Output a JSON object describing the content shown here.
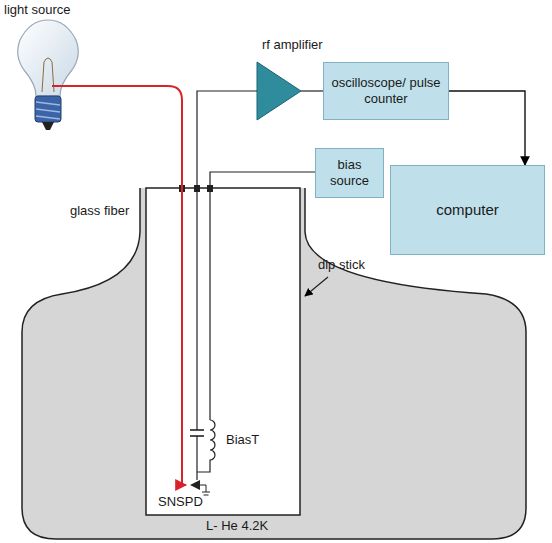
{
  "diagram": {
    "nodes": [
      {
        "text": [
          "oscilloscope/ pulse counter"
        ]
      },
      {
        "text": [
          "bias source"
        ]
      },
      {
        "text": [
          "computer"
        ]
      }
    ],
    "edges": [
      {
        "from": 0,
        "to": 2,
        "arrow": "to"
      }
    ],
    "labels": [
      "light source",
      "rf amplifier",
      "glass fiber",
      "dip stick",
      "BiasT",
      "SNSPD",
      "L- He 4.2K"
    ]
  }
}
